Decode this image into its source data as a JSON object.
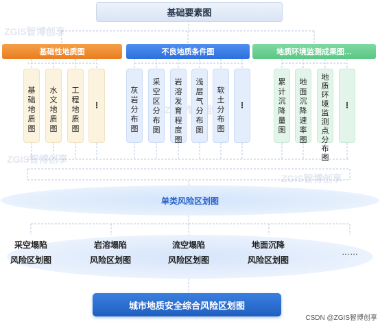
{
  "title_top": "基础要素图",
  "categories": [
    {
      "label": "基础性地质图",
      "color": "#ea7d1e",
      "items": [
        "基础地质图",
        "水文地质图",
        "工程地质图",
        "……"
      ]
    },
    {
      "label": "不良地质条件图",
      "color": "#2d6fdd",
      "items": [
        "灰岩分布图",
        "采空区分布图",
        "岩溶发育程度图",
        "浅层气分布图",
        "软土分布图",
        "……"
      ]
    },
    {
      "label": "地质环境监测成果图…",
      "color": "#5ac784",
      "items": [
        "累计沉降量图",
        "地面沉降速率图",
        "地质环境监测点分布图",
        "……"
      ]
    }
  ],
  "middle_label": "单类风险区划图",
  "risk_maps": [
    {
      "line1": "采空塌陷",
      "line2": "风险区划图"
    },
    {
      "line1": "岩溶塌陷",
      "line2": "风险区划图"
    },
    {
      "line1": "流空塌陷",
      "line2": "风险区划图"
    },
    {
      "line1": "地面沉降",
      "line2": "风险区划图"
    }
  ],
  "risk_ellipsis": "……",
  "bottom_label": "城市地质安全综合风险区划图",
  "watermark": "ZGIS智博创享",
  "footer": "CSDN @ZGIS智博创享"
}
